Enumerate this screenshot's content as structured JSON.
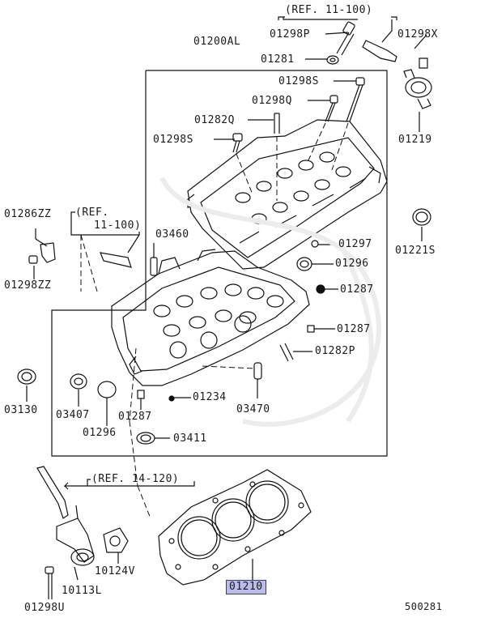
{
  "parts": {
    "p01298P": "01298P",
    "p01281": "01281",
    "p01200AL": "01200AL",
    "p01298X": "01298X",
    "p01298S_top": "01298S",
    "p01298Q": "01298Q",
    "p01282Q": "01282Q",
    "p01298S_left": "01298S",
    "p01219": "01219",
    "p01286ZZ": "01286ZZ",
    "p01298ZZ": "01298ZZ",
    "p03460": "03460",
    "p01221S": "01221S",
    "p01297": "01297",
    "p01296_right": "01296",
    "p01287_right": "01287",
    "p01287_mid": "01287",
    "p01282P": "01282P",
    "p01234": "01234",
    "p03130": "03130",
    "p03407": "03407",
    "p01287_bottom": "01287",
    "p03470": "03470",
    "p01296_bottom": "01296",
    "p03411": "03411",
    "p10124V": "10124V",
    "p10113L": "10113L",
    "p01298U": "01298U",
    "p01210": "01210"
  },
  "refs": {
    "ref_11_100_top": "(REF. 11-100)",
    "ref_11_100_left_line1": "(REF.",
    "ref_11_100_left_line2": "11-100)",
    "ref_14_120": "(REF. 14-120)"
  },
  "diagram_number": "500281",
  "highlight_color": "#b9bde8"
}
